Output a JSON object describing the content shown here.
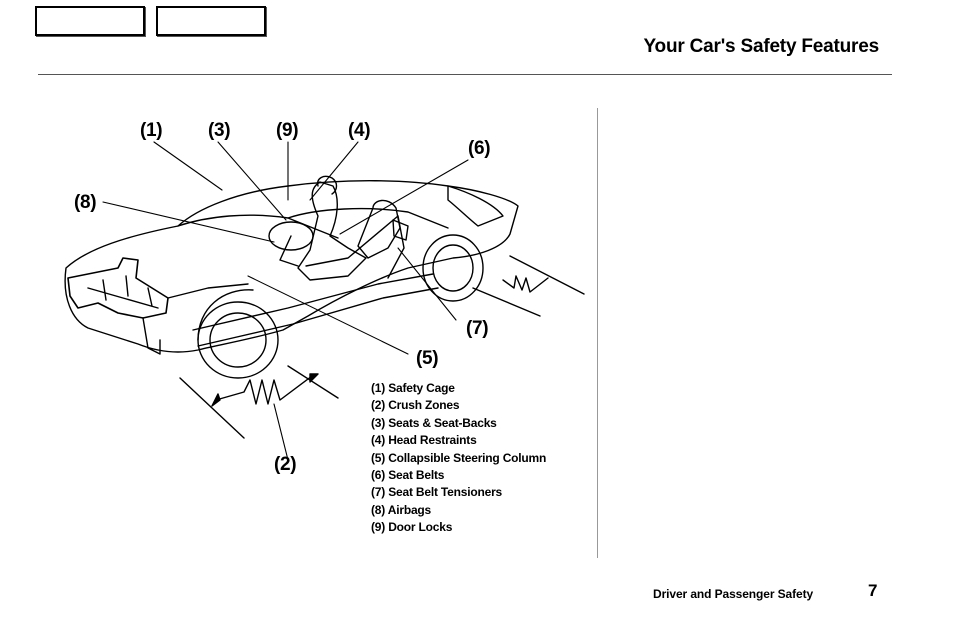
{
  "header": {
    "title": "Your Car's Safety Features"
  },
  "figure": {
    "callouts": [
      "(1)",
      "(3)",
      "(9)",
      "(4)",
      "(6)",
      "(8)",
      "(7)",
      "(5)",
      "(2)"
    ],
    "legend": [
      "(1) Safety Cage",
      "(2) Crush Zones",
      "(3) Seats & Seat-Backs",
      "(4) Head Restraints",
      "(5) Collapsible Steering Column",
      "(6) Seat Belts",
      "(7) Seat Belt Tensioners",
      "(8) Airbags",
      "(9) Door Locks"
    ]
  },
  "footer": {
    "section": "Driver and Passenger Safety",
    "page_number": "7"
  }
}
